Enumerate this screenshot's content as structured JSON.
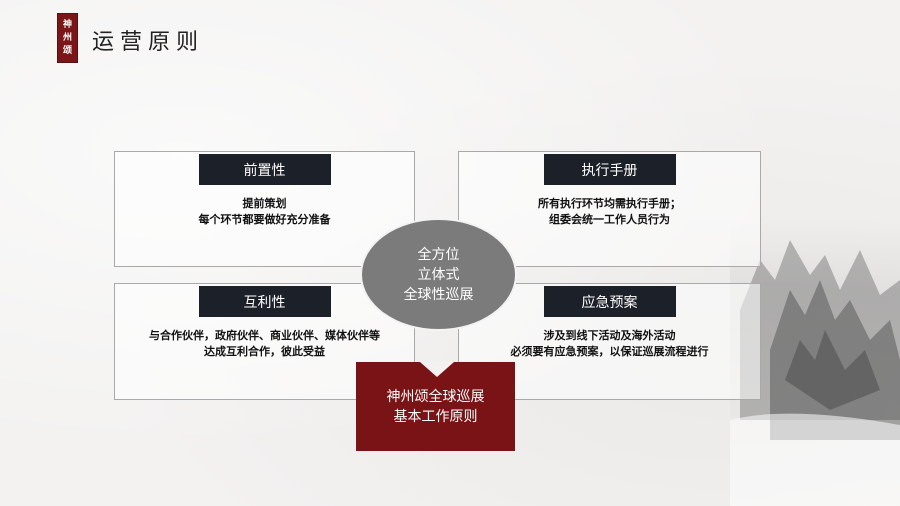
{
  "header": {
    "badge_lines": [
      "神",
      "州",
      "颂"
    ],
    "title": "运营原则"
  },
  "center": {
    "lines": [
      "全方位",
      "立体式",
      "全球性巡展"
    ]
  },
  "cards": {
    "top_left": {
      "title": "前置性",
      "lines": [
        "提前策划",
        "每个环节都要做好充分准备"
      ]
    },
    "top_right": {
      "title": "执行手册",
      "lines": [
        "所有执行环节均需执行手册；",
        "组委会统一工作人员行为"
      ]
    },
    "bottom_left": {
      "title": "互利性",
      "lines": [
        "与合作伙伴，政府伙伴、商业伙伴、媒体伙伴等",
        "达成互利合作，彼此受益"
      ]
    },
    "bottom_right": {
      "title": "应急预案",
      "lines": [
        "涉及到线下活动及海外活动",
        "必须要有应急预案，以保证巡展流程进行"
      ]
    }
  },
  "footer_box": {
    "lines": [
      "神州颂全球巡展",
      "基本工作原则"
    ]
  },
  "colors": {
    "brand_red": "#7a1316",
    "header_dark": "#1c2029",
    "ellipse_gray": "#7b7b7b"
  }
}
